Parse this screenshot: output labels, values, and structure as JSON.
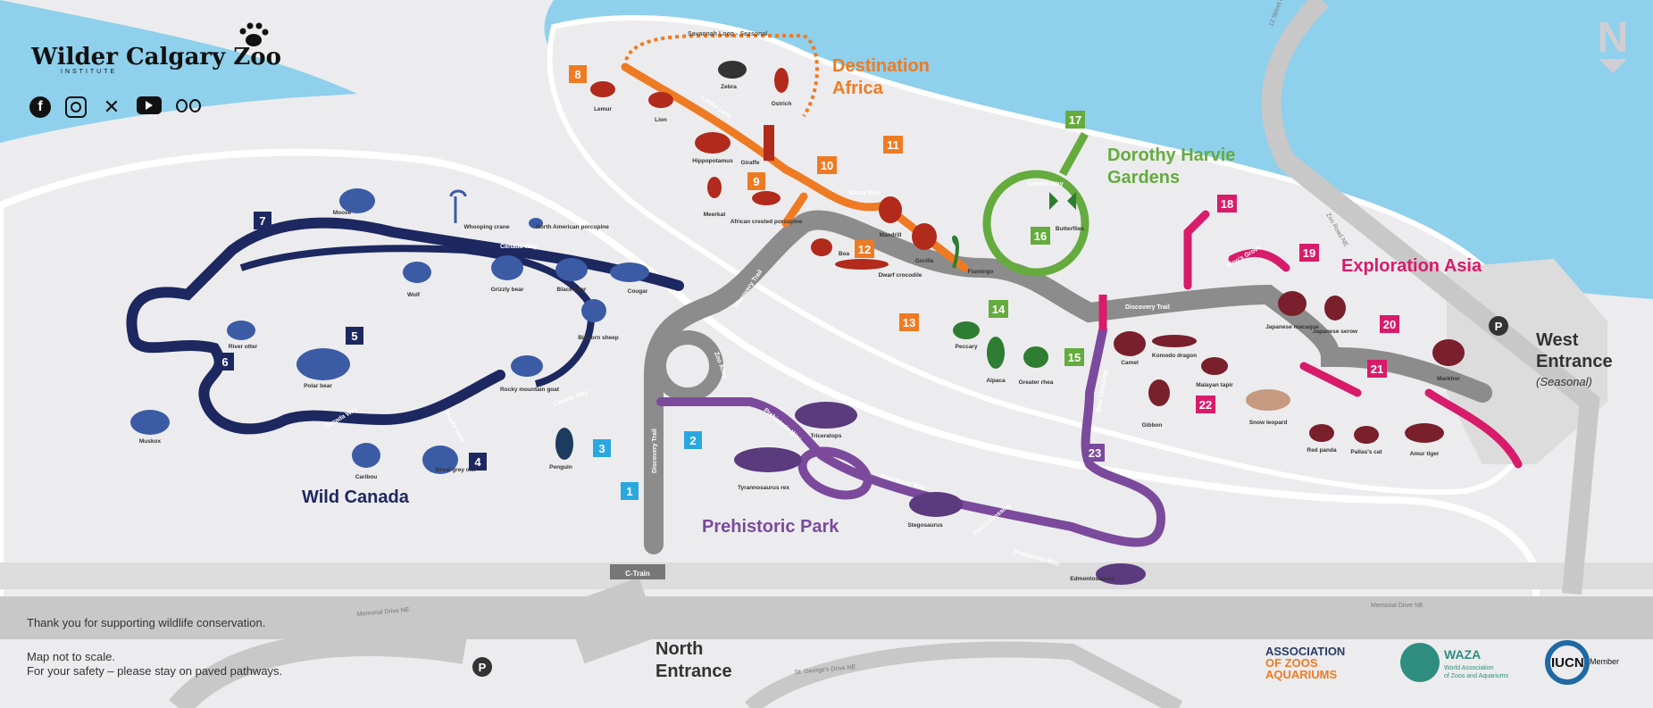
{
  "logo": {
    "brand": "Wilder Calgary Zoo",
    "subtitle": "INSTITUTE"
  },
  "social": [
    "facebook-icon",
    "instagram-icon",
    "x-icon",
    "youtube-icon",
    "tripadvisor-icon"
  ],
  "north_label": "N",
  "zones": {
    "destination_africa": [
      "Destination",
      "Africa"
    ],
    "dorothy_harvie": [
      "Dorothy Harvie",
      "Gardens"
    ],
    "exploration_asia": "Exploration Asia",
    "wild_canada": "Wild Canada",
    "prehistoric_park": "Prehistoric Park"
  },
  "entrances": {
    "west": [
      "West",
      "Entrance"
    ],
    "west_note": "(Seasonal)",
    "north": [
      "North",
      "Entrance"
    ]
  },
  "trails": {
    "savannah_loop_title": "Savannah Loop -",
    "savannah_loop_note": "Seasonal",
    "lemur_lane": "Lemur Lane",
    "africa_way": "Africa Way",
    "garden_way": "Garden Way",
    "discovery_trail": "Discovery Trail",
    "canada_way": "Canada Way",
    "husky_lane": "Husky Lane",
    "zoo_alley": "Zoo Alley",
    "prehistoric_way": "Prehistoric Way",
    "fossil_crossing": "Fossil Crossing",
    "bow_crossing": "Bow Crossing",
    "dinos_grove": "Dino's Grove",
    "ctrain": "C-Train"
  },
  "roads": {
    "memorial_left": "Memorial Drive NE",
    "memorial_right": "Memorial Drive NE",
    "st_georges": "St. George's Drive NE",
    "zoo_road": "Zoo Road NE",
    "twelfth": "12 Street NE"
  },
  "animals": {
    "africa": [
      "Lemur",
      "Lion",
      "Zebra",
      "Ostrich",
      "Hippopotamus",
      "Giraffe",
      "Meerkat",
      "African crested porcupine",
      "Boa",
      "Mandrill",
      "Gorilla",
      "Dwarf crocodile",
      "Flamingo"
    ],
    "gardens": [
      "Butterflies",
      "Peccary",
      "Alpaca",
      "Greater rhea"
    ],
    "asia": [
      "Camel",
      "Komodo dragon",
      "Malayan tapir",
      "Gibbon",
      "Japanese macaque",
      "Japanese serow",
      "Markhor",
      "Snow leopard",
      "Red panda",
      "Pallas's cat",
      "Amur tiger"
    ],
    "canada": [
      "Moose",
      "Whooping crane",
      "North American porcupine",
      "Wolf",
      "Grizzly bear",
      "Black bear",
      "Cougar",
      "Bighorn sheep",
      "River otter",
      "Polar bear",
      "Rocky mountain goat",
      "Muskox",
      "Caribou",
      "Great grey owl"
    ],
    "prehistoric": [
      "Penguin",
      "Triceratops",
      "Tyrannosaurus rex",
      "Stegosaurus",
      "Edmontosaurus"
    ]
  },
  "markers": [
    "1",
    "2",
    "3",
    "4",
    "5",
    "6",
    "7",
    "8",
    "9",
    "10",
    "11",
    "12",
    "13",
    "14",
    "15",
    "16",
    "17",
    "18",
    "19",
    "20",
    "21",
    "22",
    "23"
  ],
  "parking": "P",
  "footer": {
    "thanks": "Thank you for supporting wildlife conservation.",
    "scale": "Map not to scale.",
    "safety": "For your safety – please stay on paved pathways."
  },
  "partners": {
    "aza": [
      "ASSOCIATION",
      "OF ZOOS",
      "AQUARIUMS"
    ],
    "waza_name": "WAZA",
    "waza_sub": [
      "World Association",
      "of Zoos and Aquariums"
    ],
    "iucn": "IUCN",
    "iucn_member": "Member"
  },
  "colors": {
    "water": "#8fd0ec",
    "land": "#ececee",
    "road": "#c8c8c8",
    "africa": "#ee7b23",
    "gardens": "#65ab3e",
    "asia": "#d81b6a",
    "canada": "#1d2860",
    "prehistoric": "#7b4a9c",
    "discovery": "#8c8c8c",
    "penguin": "#29a8e0"
  }
}
